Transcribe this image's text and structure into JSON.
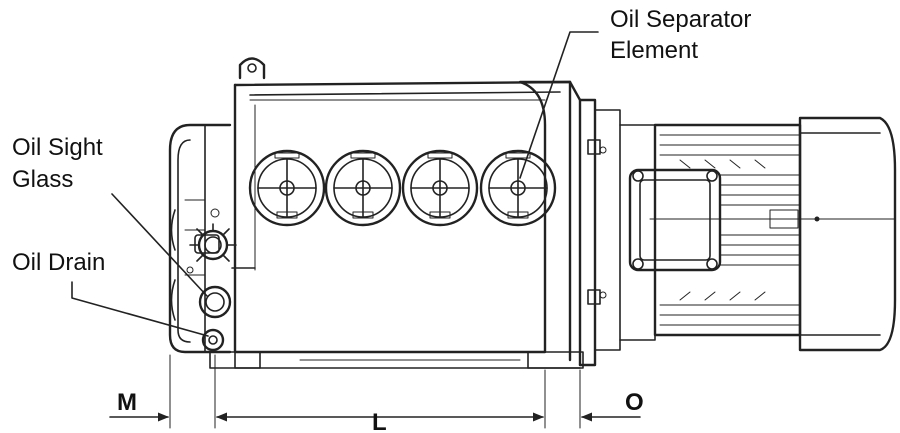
{
  "labels": {
    "oil_separator_line1": "Oil Separator",
    "oil_separator_line2": "Element",
    "oil_sight_line1": "Oil Sight",
    "oil_sight_line2": "Glass",
    "oil_drain": "Oil Drain"
  },
  "dimensions": {
    "m": "M",
    "l": "L",
    "o": "O"
  },
  "colors": {
    "line": "#222222",
    "background": "#ffffff"
  }
}
